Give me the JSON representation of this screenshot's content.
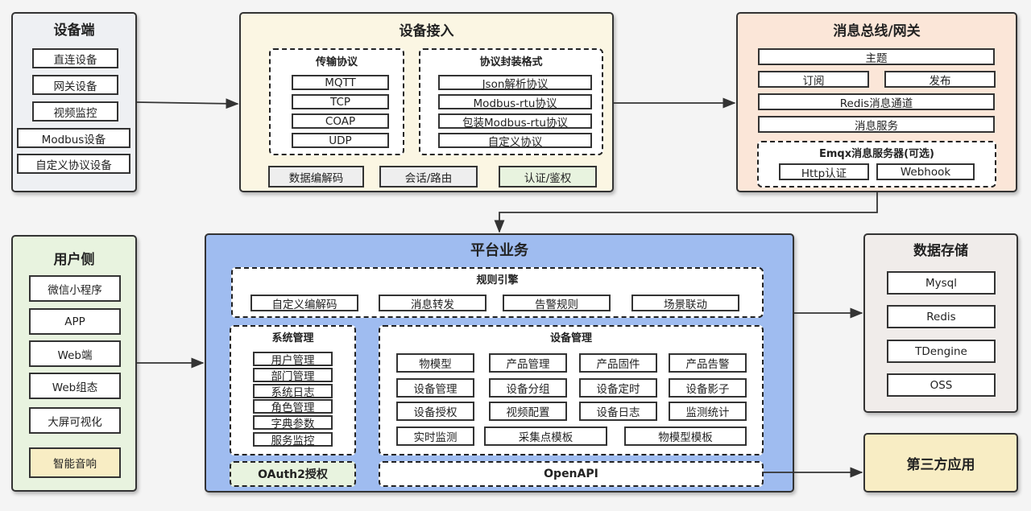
{
  "device": {
    "title": "设备端",
    "items": [
      "直连设备",
      "网关设备",
      "视频监控",
      "Modbus设备",
      "自定义协议设备"
    ]
  },
  "access": {
    "title": "设备接入",
    "transport": {
      "title": "传输协议",
      "items": [
        "MQTT",
        "TCP",
        "COAP",
        "UDP"
      ]
    },
    "format": {
      "title": "协议封装格式",
      "items": [
        "Json解析协议",
        "Modbus-rtu协议",
        "包装Modbus-rtu协议",
        "自定义协议"
      ]
    },
    "bottom": [
      "数据编解码",
      "会话/路由",
      "认证/鉴权"
    ]
  },
  "bus": {
    "title": "消息总线/网关",
    "topic": "主题",
    "subscribe": "订阅",
    "publish": "发布",
    "redis_channel": "Redis消息通道",
    "service": "消息服务",
    "emqx": {
      "title": "Emqx消息服务器(可选)",
      "items": [
        "Http认证",
        "Webhook"
      ]
    }
  },
  "user": {
    "title": "用户侧",
    "items": [
      "微信小程序",
      "APP",
      "Web端",
      "Web组态",
      "大屏可视化",
      "智能音响"
    ]
  },
  "platform": {
    "title": "平台业务",
    "rules": {
      "title": "规则引擎",
      "items": [
        "自定义编解码",
        "消息转发",
        "告警规则",
        "场景联动"
      ]
    },
    "system": {
      "title": "系统管理",
      "items": [
        "用户管理",
        "部门管理",
        "系统日志",
        "角色管理",
        "字典参数",
        "服务监控"
      ]
    },
    "devmgmt": {
      "title": "设备管理",
      "rows": [
        [
          "物模型",
          "产品管理",
          "产品固件",
          "产品告警"
        ],
        [
          "设备管理",
          "设备分组",
          "设备定时",
          "设备影子"
        ],
        [
          "设备授权",
          "视频配置",
          "设备日志",
          "监测统计"
        ],
        [
          "实时监测",
          "采集点模板",
          "物模型模板"
        ]
      ]
    },
    "oauth": "OAuth2授权",
    "openapi": "OpenAPI"
  },
  "storage": {
    "title": "数据存储",
    "items": [
      "Mysql",
      "Redis",
      "TDengine",
      "OSS"
    ]
  },
  "third": {
    "title": "第三方应用"
  },
  "colors": {
    "device_bg": "#eef0f3",
    "access_bg": "#fbf6e3",
    "bus_bg": "#fbe6d8",
    "user_bg": "#e8f3df",
    "platform_bg": "#9fbcf0",
    "storage_bg": "#f0ecea",
    "third_bg": "#f8edc4",
    "auth_bg": "#e8f3df",
    "codec_bg": "#eeeeee",
    "speaker_bg": "#f8edc4"
  }
}
